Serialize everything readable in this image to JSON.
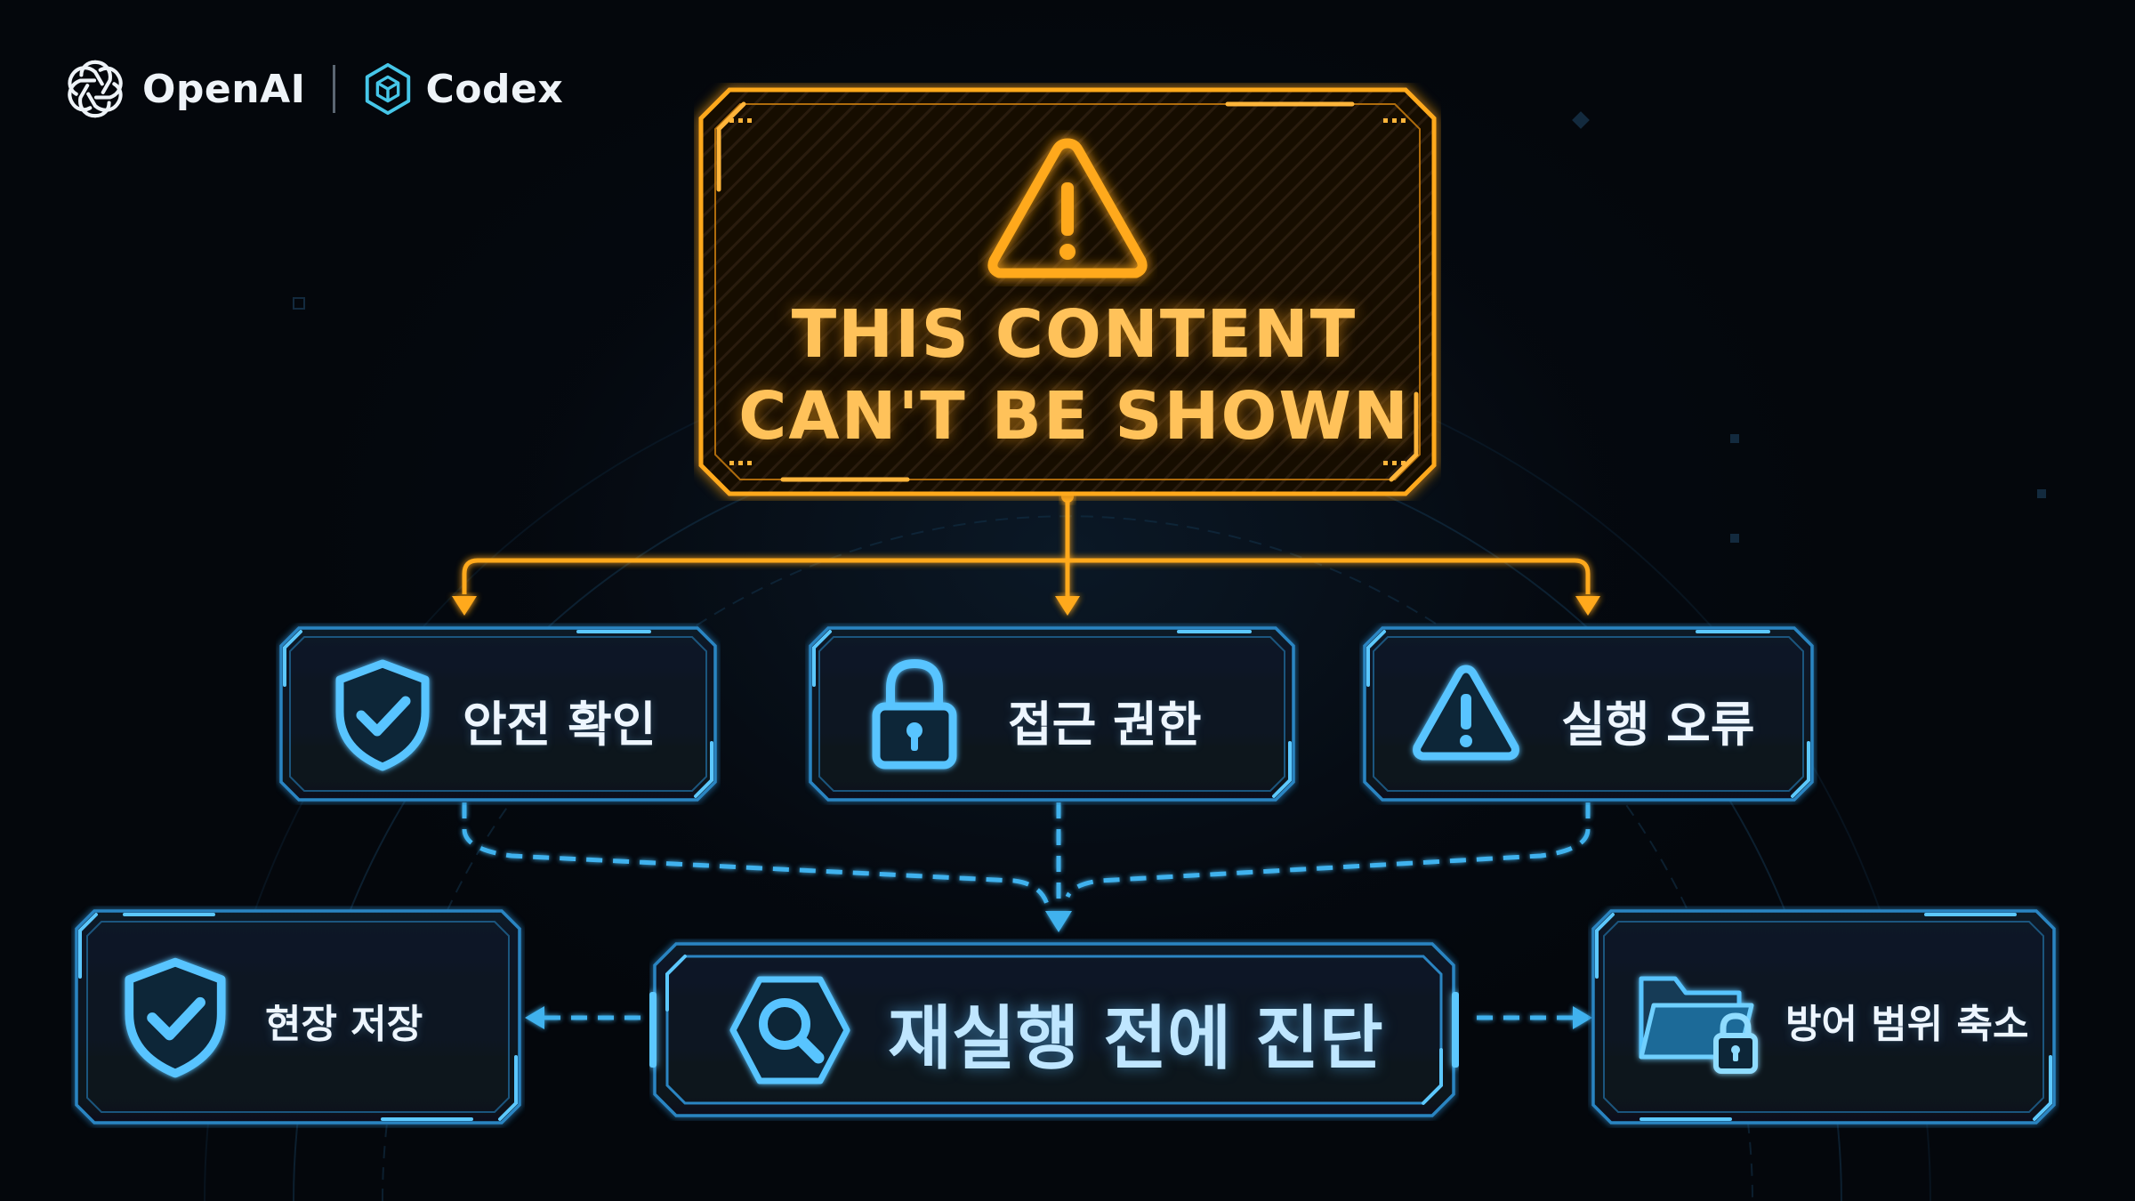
{
  "brand": {
    "primary": "OpenAI",
    "secondary": "Codex",
    "primary_icon": "openai-logo-icon",
    "secondary_icon": "codex-cube-icon"
  },
  "warning": {
    "line1": "THIS CONTENT",
    "line2": "CAN'T BE SHOWN",
    "icon": "warning-triangle-icon"
  },
  "checks": [
    {
      "label": "안전 확인",
      "icon": "shield-check-icon"
    },
    {
      "label": "접근 권한",
      "icon": "padlock-icon"
    },
    {
      "label": "실행 오류",
      "icon": "warning-triangle-icon"
    }
  ],
  "diagnose": {
    "label": "재실행 전에 진단",
    "icon": "search-hexagon-icon"
  },
  "left_action": {
    "label": "현장 저장",
    "icon": "shield-check-icon"
  },
  "right_action": {
    "label": "방어 범위 축소",
    "icon": "locked-folder-icon"
  },
  "colors": {
    "background": "#04070c",
    "amber": "#ffa91e",
    "amber_text": "#ffc25a",
    "cyan": "#4cc3ff",
    "frame_blue": "#2a7fb8",
    "white_text": "#eef6ff"
  }
}
